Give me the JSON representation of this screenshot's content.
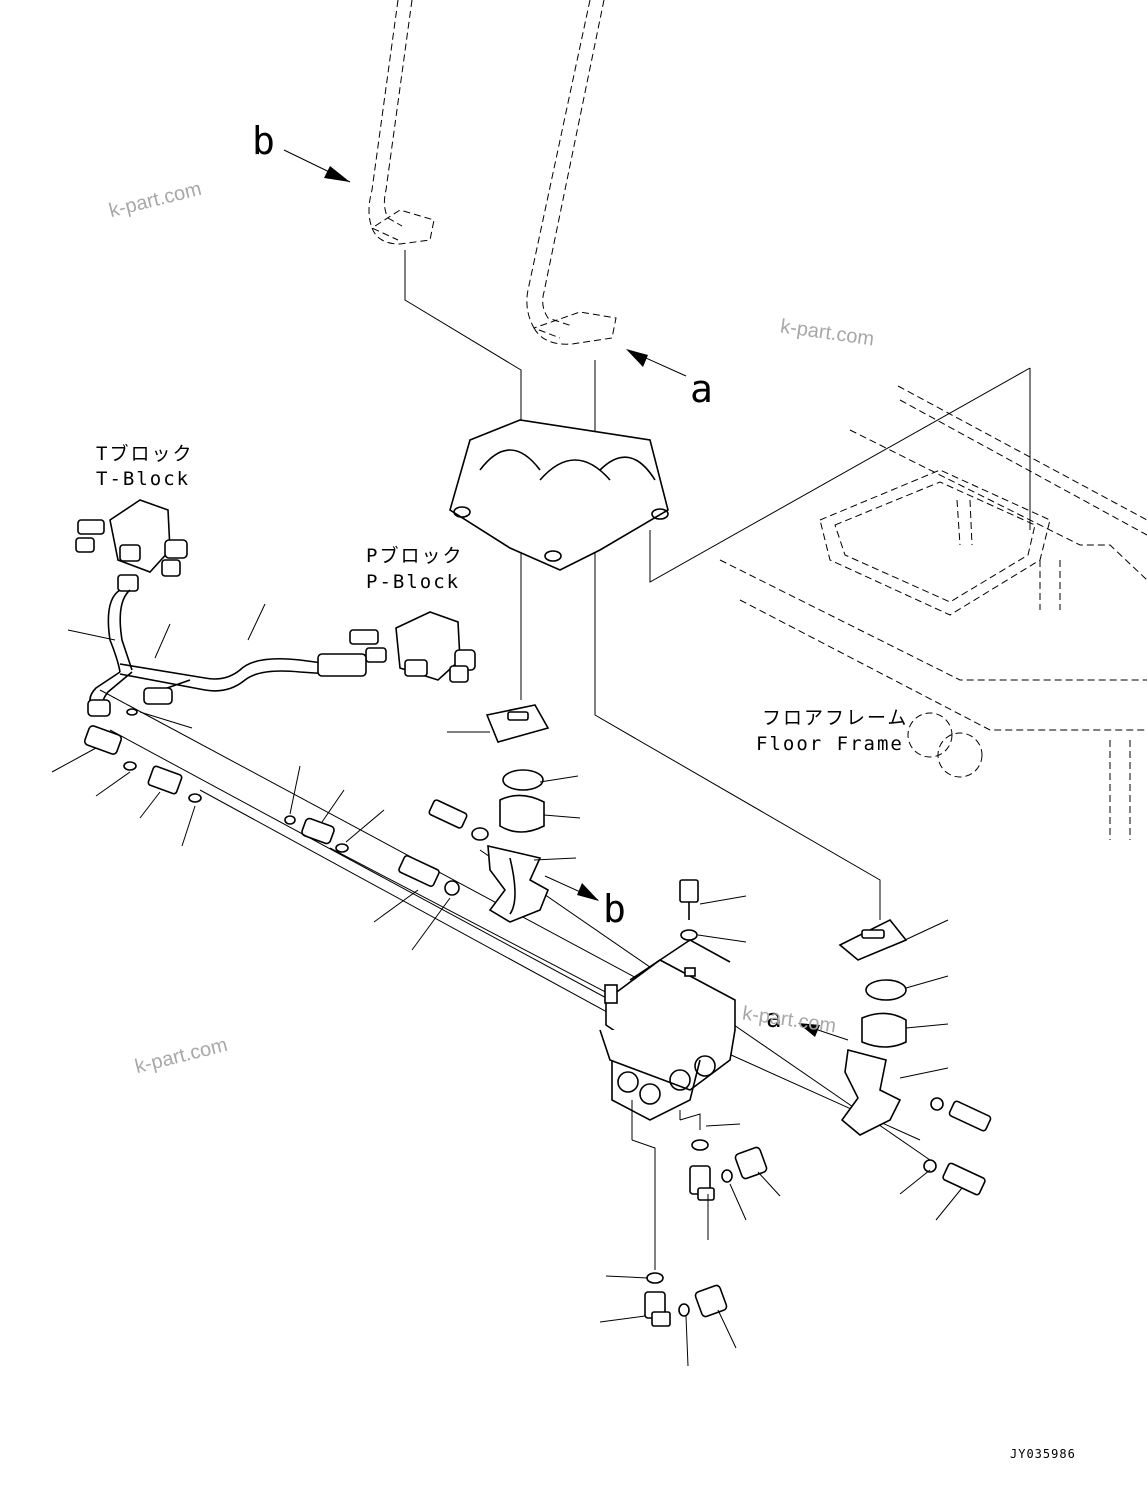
{
  "labels": {
    "callout_b_top": "b",
    "callout_a_top": "a",
    "callout_b_bracket": "b",
    "callout_a_bracket": "a"
  },
  "blocks": {
    "t_block_jp": "Tブロック",
    "t_block_en": "T-Block",
    "p_block_jp": "Pブロック",
    "p_block_en": "P-Block",
    "floor_frame_jp": "フロアフレーム",
    "floor_frame_en": "Floor Frame"
  },
  "watermarks": [
    "k-part.com",
    "k-part.com",
    "k-part.com",
    "k-part.com"
  ],
  "drawing_code": "JY035986"
}
